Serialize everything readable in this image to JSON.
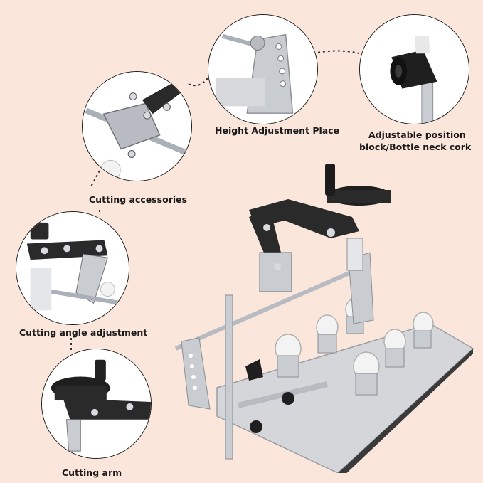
{
  "callouts": {
    "height_adjustment": "Height Adjustment Place",
    "position_block_line1": "Adjustable position",
    "position_block_line2": "block/Bottle neck cork",
    "cutting_accessories": "Cutting accessories",
    "cutting_angle": "Cutting angle adjustment",
    "cutting_arm": "Cutting arm"
  },
  "colors": {
    "background": "#fbe6dc",
    "metal": "#c9ccd1",
    "dark_part": "#2a2a2a",
    "wheel": "#f3f3f3",
    "connector": "#333333"
  },
  "icons": {
    "height_detail": "height-adjustment-photo",
    "cork_detail": "bottle-cork-photo",
    "accessories_detail": "cutting-accessories-photo",
    "angle_detail": "angle-adjustment-photo",
    "arm_detail": "cutting-arm-photo",
    "main_product": "bottle-cutter-machine-photo"
  }
}
